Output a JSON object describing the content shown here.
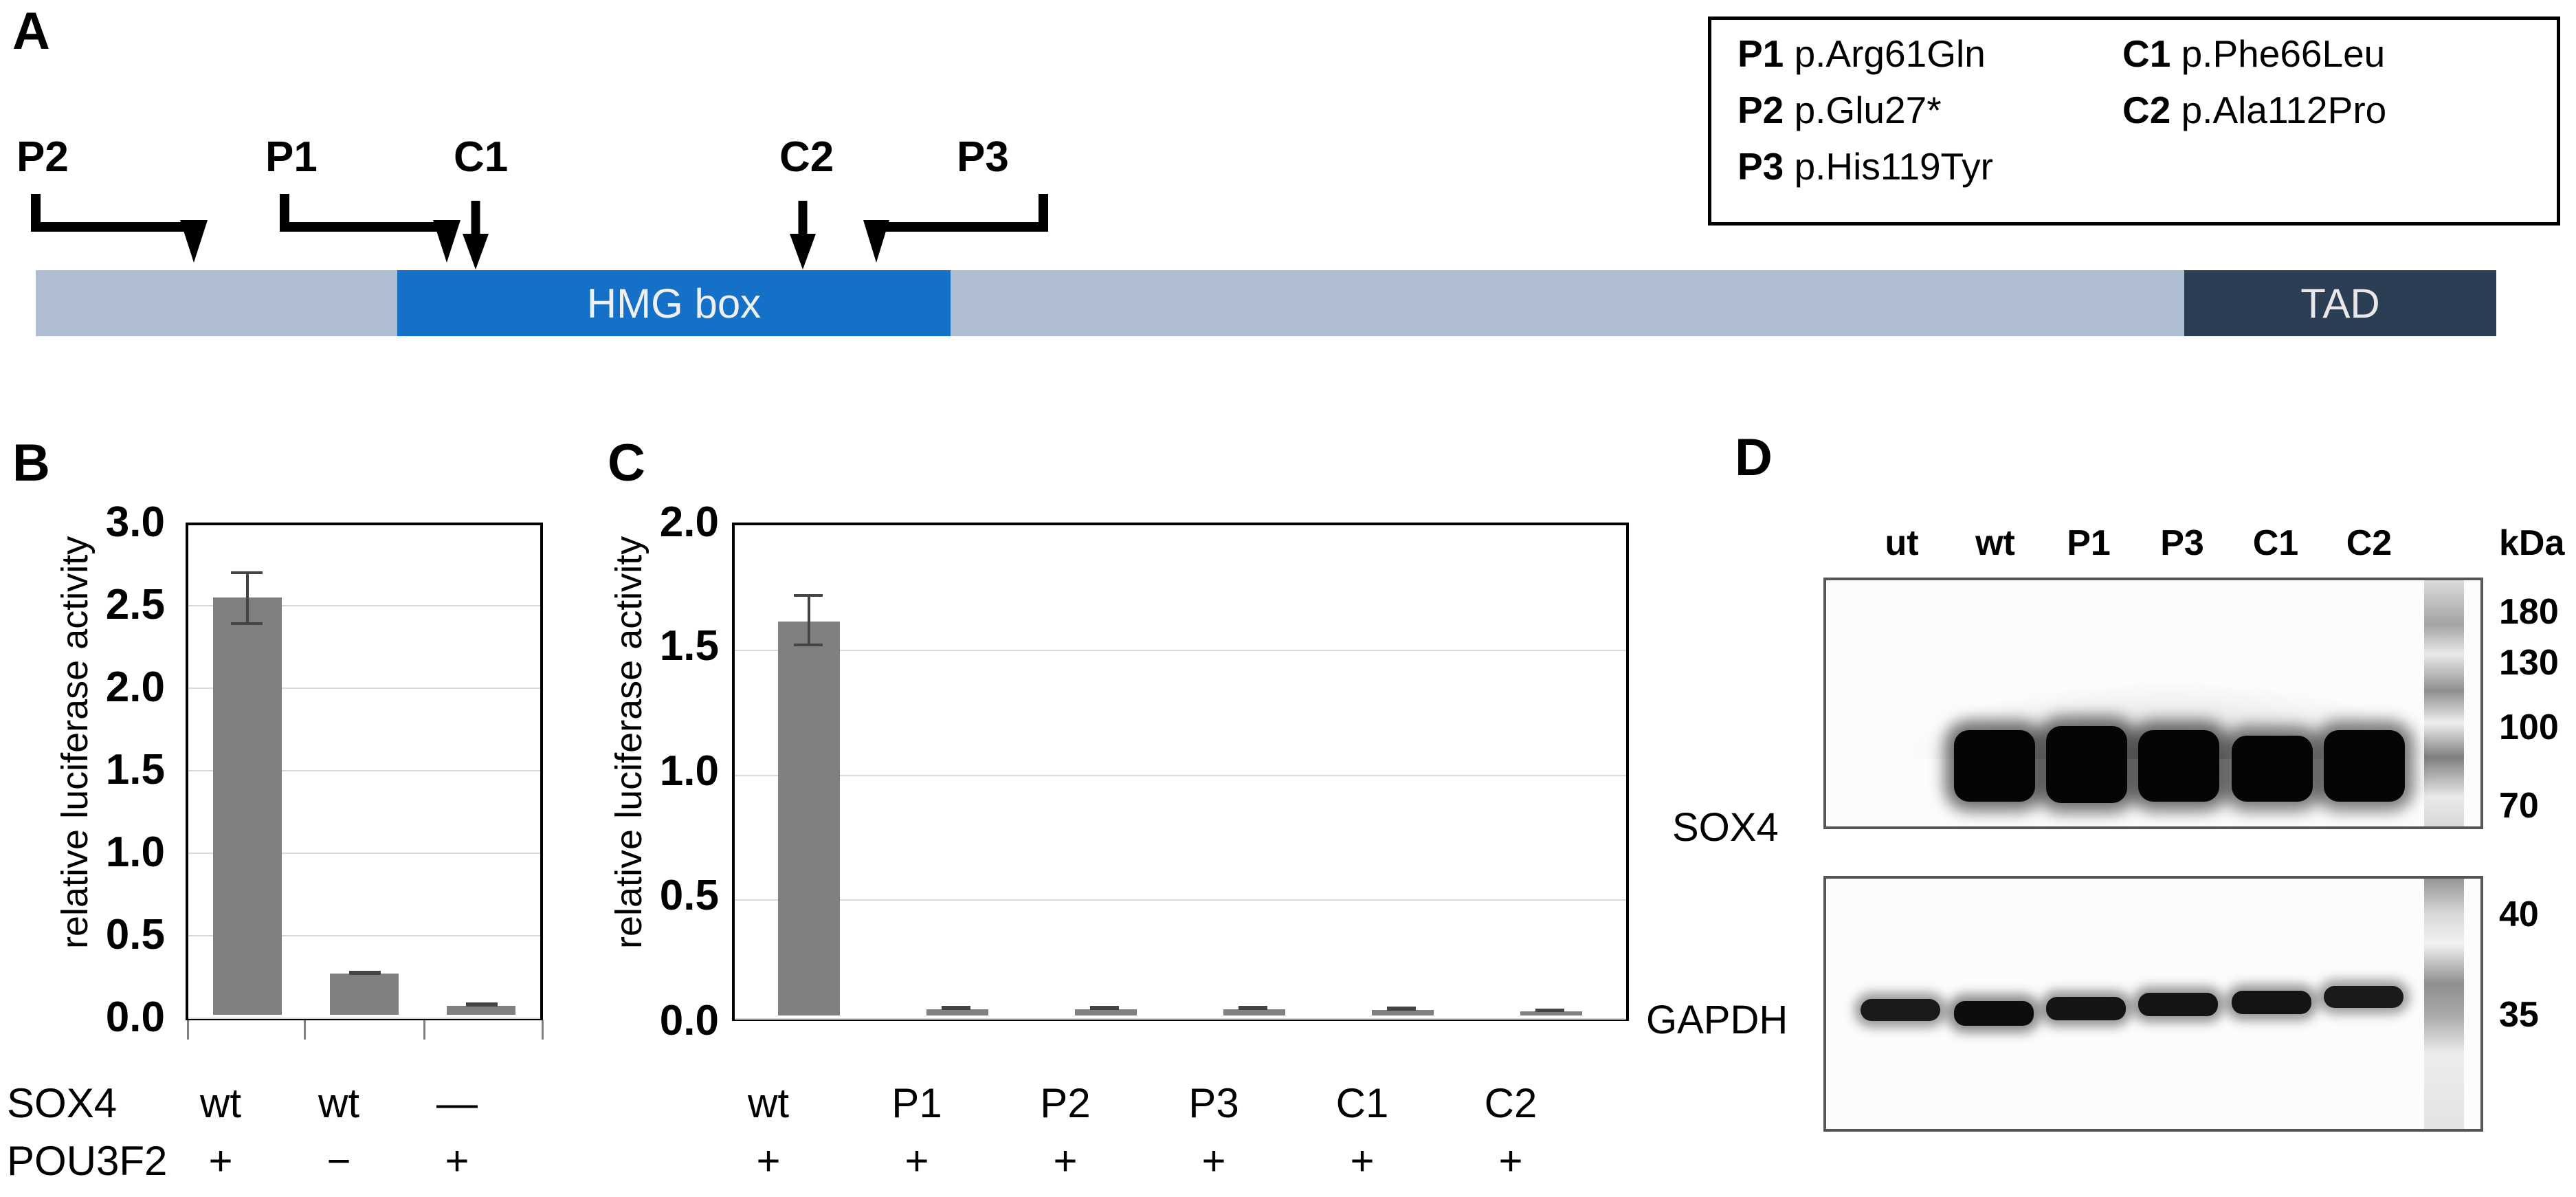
{
  "panels": {
    "a": {
      "letter": "A"
    },
    "b": {
      "letter": "B"
    },
    "c": {
      "letter": "C"
    },
    "d": {
      "letter": "D"
    }
  },
  "legend": {
    "items": [
      {
        "tag": "P1",
        "variant": "p.Arg61Gln"
      },
      {
        "tag": "C1",
        "variant": "p.Phe66Leu"
      },
      {
        "tag": "P2",
        "variant": "p.Glu27*"
      },
      {
        "tag": "C2",
        "variant": "p.Ala112Pro"
      },
      {
        "tag": "P3",
        "variant": "p.His119Tyr"
      },
      {
        "tag": "",
        "variant": ""
      }
    ]
  },
  "protein": {
    "markers": [
      "P2",
      "P1",
      "C1",
      "C2",
      "P3"
    ],
    "domains": [
      {
        "name": "HMG box",
        "color": "#1570c8"
      },
      {
        "name": "TAD",
        "color": "#2b3e53"
      }
    ],
    "backbone_color": "#aebdd0"
  },
  "chart_data": [
    {
      "type": "bar",
      "panel": "B",
      "title": "",
      "ylabel": "relative luciferase activity",
      "xlabel": "",
      "categories": [
        "wt",
        "wt",
        "—"
      ],
      "values": [
        2.53,
        0.25,
        0.05
      ],
      "errors": [
        0.15,
        0.02,
        0.015
      ],
      "yticks": [
        "0.0",
        "0.5",
        "1.0",
        "1.5",
        "2.0",
        "2.5",
        "3.0"
      ],
      "ylim": [
        0,
        3.0
      ],
      "grid": true,
      "legend": "none",
      "bar_color": "#808080",
      "condition_rows": [
        {
          "name": "SOX4",
          "values": [
            "wt",
            "wt",
            "—"
          ]
        },
        {
          "name": "POU3F2",
          "values": [
            "+",
            "−",
            "+"
          ]
        }
      ]
    },
    {
      "type": "bar",
      "panel": "C",
      "title": "",
      "ylabel": "relative luciferase activity",
      "xlabel": "",
      "categories": [
        "wt",
        "P1",
        "P2",
        "P3",
        "C1",
        "C2"
      ],
      "values": [
        1.58,
        0.022,
        0.022,
        0.022,
        0.02,
        0.015
      ],
      "errors": [
        0.1,
        0.005,
        0.005,
        0.005,
        0.005,
        0.004
      ],
      "yticks": [
        "0.0",
        "0.5",
        "1.0",
        "1.5",
        "2.0"
      ],
      "ylim": [
        0,
        2.0
      ],
      "grid": true,
      "legend": "none",
      "bar_color": "#808080",
      "condition_rows": [
        {
          "name": "",
          "values": [
            "wt",
            "P1",
            "P2",
            "P3",
            "C1",
            "C2"
          ]
        },
        {
          "name": "",
          "values": [
            "+",
            "+",
            "+",
            "+",
            "+",
            "+"
          ]
        }
      ]
    }
  ],
  "blot": {
    "lanes": [
      "ut",
      "wt",
      "P1",
      "P3",
      "C1",
      "C2"
    ],
    "kda_header": "kDa",
    "markers_top": [
      "180",
      "130",
      "100",
      "70"
    ],
    "markers_bottom": [
      "40",
      "35"
    ],
    "row_names": [
      "SOX4",
      "GAPDH"
    ]
  }
}
